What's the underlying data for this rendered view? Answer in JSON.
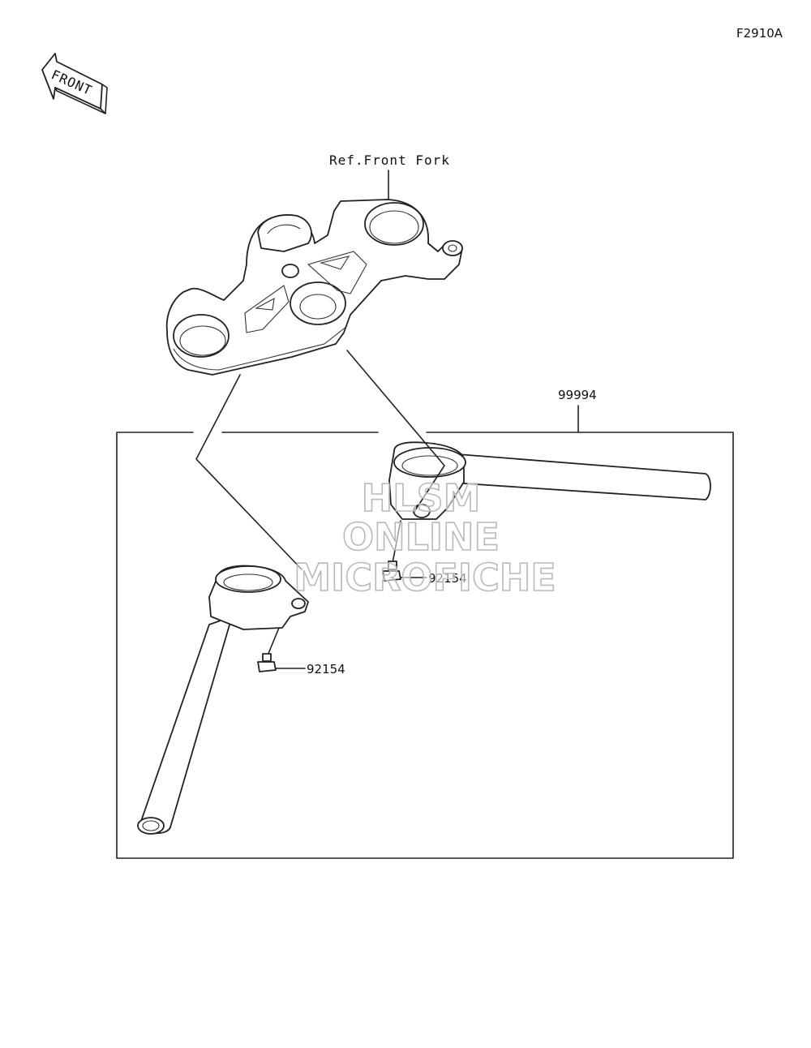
{
  "diagram": {
    "code": "F2910A",
    "front_arrow_label": "FRONT",
    "ref_label": "Ref.Front Fork",
    "assembly_part_number": "99994",
    "bolt_part_number_upper": "92154",
    "bolt_part_number_lower": "92154",
    "watermark_lines": [
      "HLSM",
      "ONLINE",
      "MICROFICHE"
    ]
  }
}
